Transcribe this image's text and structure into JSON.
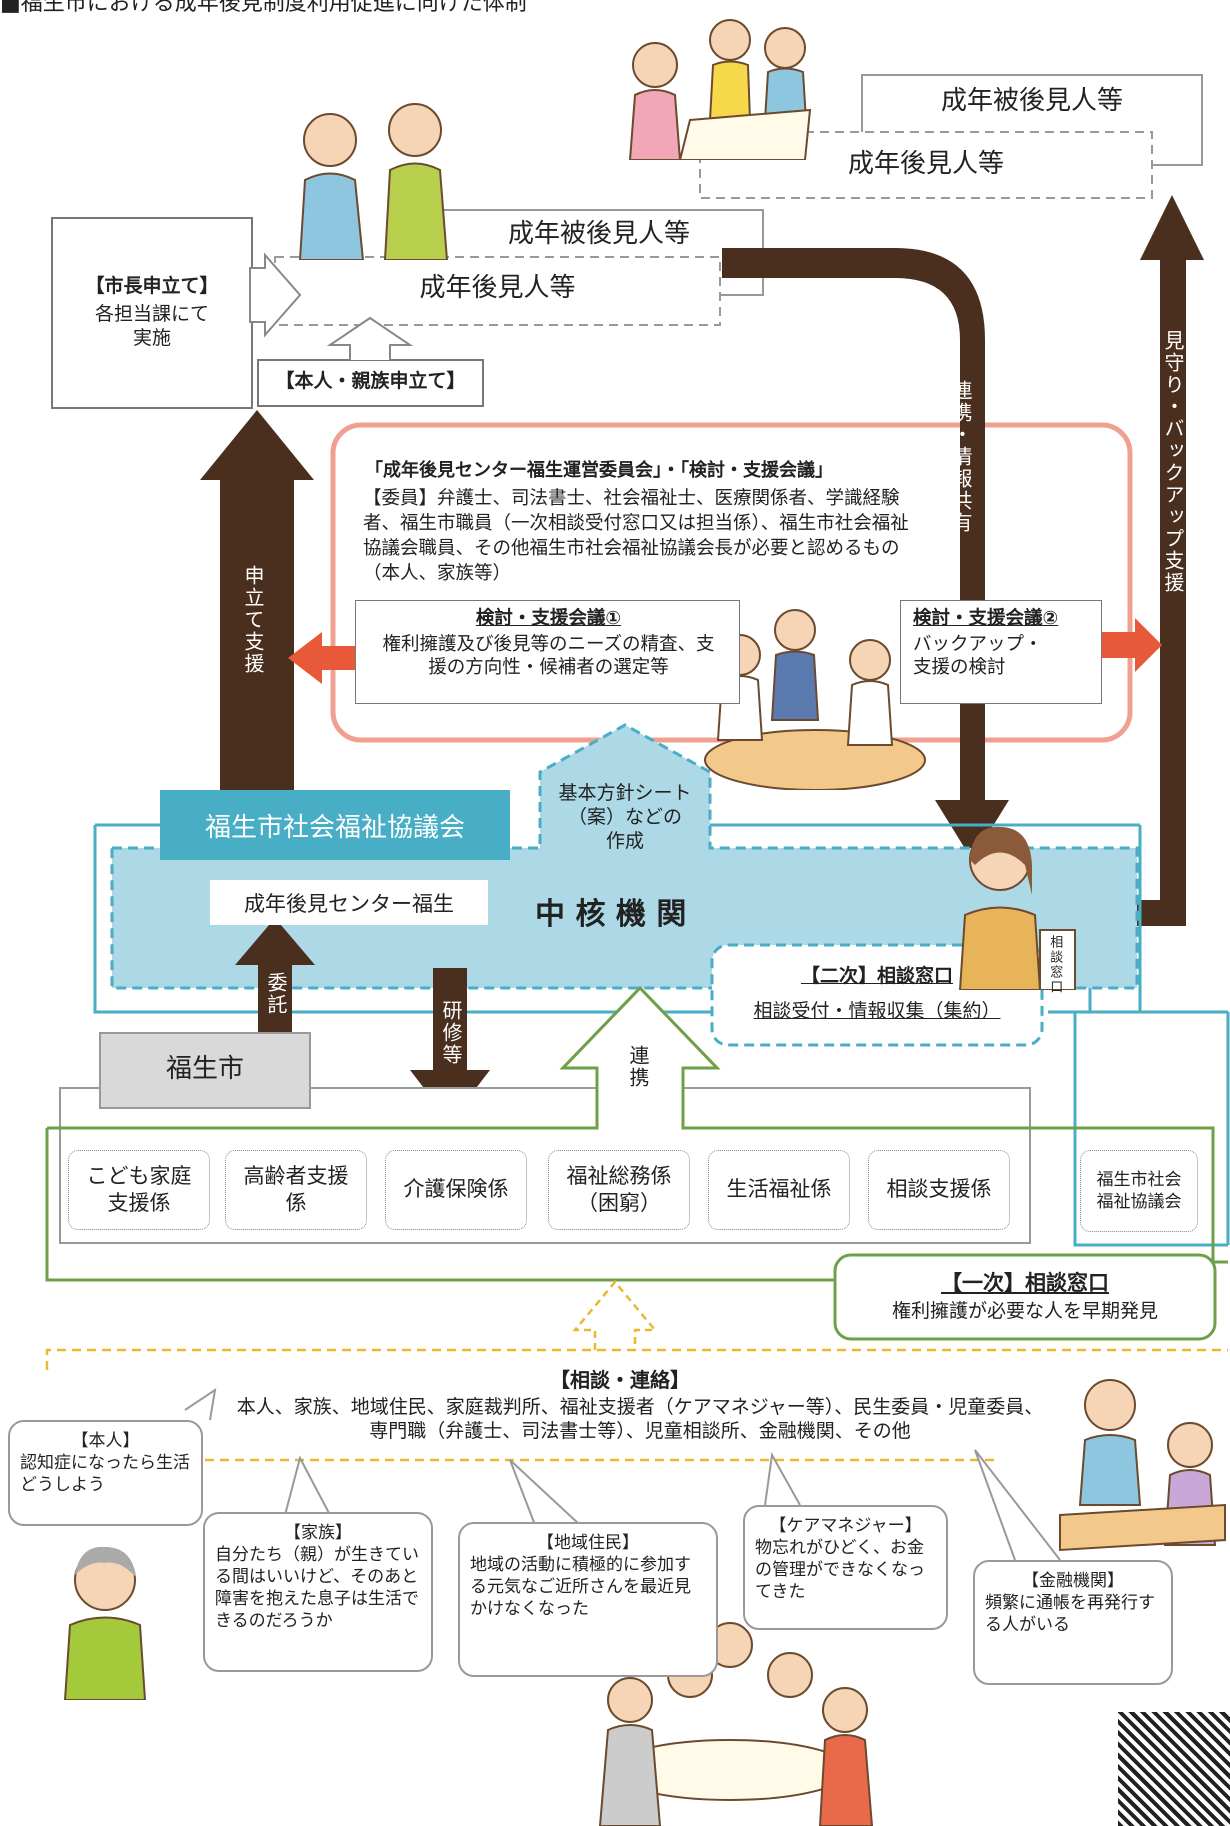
{
  "header": {
    "title": "■福生市における成年後見制度利用促進に向けた体制"
  },
  "top": {
    "ward1": "成年被後見人等",
    "guardian1": "成年後見人等",
    "ward2": "成年被後見人等",
    "guardian2": "成年後見人等",
    "mayor_title": "【市長申立て】",
    "mayor_body": "各担当課にて\n実施",
    "self_family": "【本人・親族申立て】"
  },
  "arrows": {
    "apply_support": "申立て支援",
    "coop_info": "連携・情報共有",
    "watch_backup": "見守り・バックアップ支援",
    "entrust": "委託",
    "training": "研修等",
    "cooperation": "連携"
  },
  "committee": {
    "title": "「成年後見センター福生運営委員会」・「検討・支援会議」",
    "members": "【委員】弁護士、司法書士、社会福祉士、医療関係者、学識経験者、福生市職員（一次相談受付窓口又は担当係）、福生市社会福祉協議会職員、その他福生市社会福祉協議会長が必要と認めるもの（本人、家族等）",
    "meeting1_title": "検討・支援会議①",
    "meeting1_body": "権利擁護及び後見等のニーズの精査、支援の方向性・候補者の選定等",
    "meeting2_title": "検討・支援会議②",
    "meeting2_body": "バックアップ・\n支援の検討"
  },
  "core": {
    "council": "福生市社会福祉協議会",
    "basic_sheet": "基本方針シート\n（案）などの\n作成",
    "center": "成年後見センター福生",
    "core_org": "中 核 機 関",
    "secondary_title": "【二次】相談窓口",
    "secondary_body": "相談受付・情報収集（集約）"
  },
  "city": {
    "name": "福生市",
    "sections": [
      "こども家庭\n支援係",
      "高齢者支援\n係",
      "介護保険係",
      "福祉総務係\n（困窮）",
      "生活福祉係",
      "相談支援係"
    ],
    "council_small": "福生市社会\n福祉協議会",
    "primary_title": "【一次】相談窓口",
    "primary_body": "権利擁護が必要な人を早期発見"
  },
  "consult": {
    "title": "【相談・連絡】",
    "body": "本人、家族、地域住民、家庭裁判所、福祉支援者（ケアマネジャー等）、民生委員・児童委員、\n専門職（弁護士、司法書士等）、児童相談所、金融機関、その他"
  },
  "bubbles": [
    {
      "title": "【本人】",
      "body": "認知症になったら生活どうしよう"
    },
    {
      "title": "【家族】",
      "body": "自分たち（親）が生きている間はいいけど、そのあと障害を抱えた息子は生活できるのだろうか"
    },
    {
      "title": "【地域住民】",
      "body": "地域の活動に積極的に参加する元気なご近所さんを最近見かけなくなった"
    },
    {
      "title": "【ケアマネジャー】",
      "body": "物忘れがひどく、お金の管理ができなくなってきた"
    },
    {
      "title": "【金融機関】",
      "body": "頻繁に通帳を再発行する人がいる"
    }
  ],
  "desk_sign": "相談窓口",
  "colors": {
    "brown": "#4a2e1e",
    "orange": "#e8593a",
    "salmon": "#f0a090",
    "teal": "#48aec6",
    "lightblue": "#add8e6",
    "green": "#6ea04a",
    "yellow": "#e8b830",
    "gray": "#d9d9d9"
  }
}
